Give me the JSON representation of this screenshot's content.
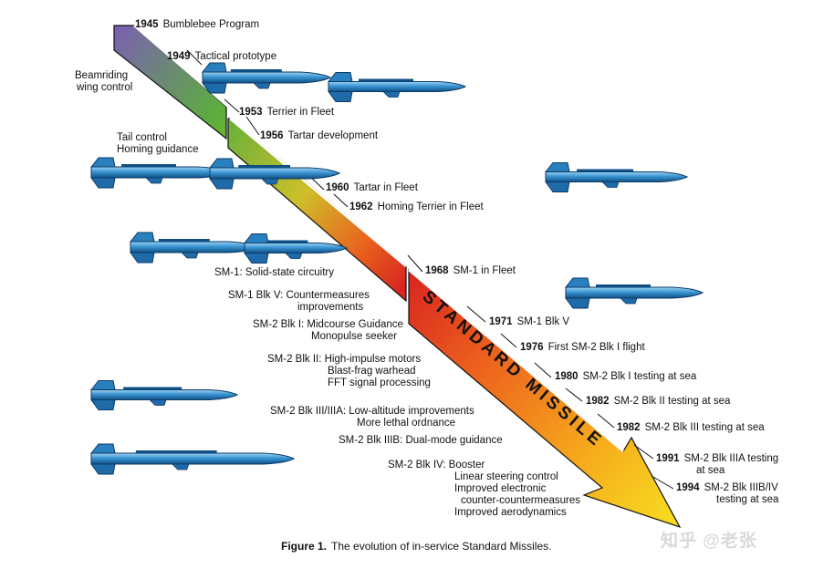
{
  "milestones": [
    {
      "year": "1945",
      "text": "Bumblebee Program"
    },
    {
      "year": "1949",
      "text": "Tactical prototype"
    },
    {
      "year": "1953",
      "text": "Terrier in Fleet"
    },
    {
      "year": "1956",
      "text": "Tartar development"
    },
    {
      "year": "1960",
      "text": "Tartar in Fleet"
    },
    {
      "year": "1962",
      "text": "Homing Terrier in Fleet"
    },
    {
      "year": "1968",
      "text": "SM-1 in Fleet"
    },
    {
      "year": "1971",
      "text": "SM-1 Blk V"
    },
    {
      "year": "1976",
      "text": "First SM-2 Blk I flight"
    },
    {
      "year": "1980",
      "text": "SM-2 Blk I testing at sea"
    },
    {
      "year": "1982",
      "text": "SM-2 Blk II testing at sea"
    },
    {
      "year": "1982",
      "text": "SM-2 Blk III testing at sea"
    },
    {
      "year": "1991",
      "text": "SM-2 Blk IIIA testing",
      "text2": "at sea"
    },
    {
      "year": "1994",
      "text": "SM-2 Blk IIIB/IV",
      "text2": "testing at sea"
    }
  ],
  "capabilities": [
    {
      "lines": [
        "Beamriding",
        "wing control"
      ]
    },
    {
      "lines": [
        "Tail control",
        "Homing guidance"
      ]
    },
    {
      "lines": [
        "SM-1: Solid-state circuitry"
      ]
    },
    {
      "lines": [
        "SM-1 Blk V: Countermeasures",
        "improvements"
      ]
    },
    {
      "lines": [
        "SM-2 Blk I: Midcourse Guidance",
        "Monopulse seeker"
      ]
    },
    {
      "lines": [
        "SM-2 Blk II: High-impulse motors",
        "Blast-frag warhead",
        "FFT signal processing"
      ]
    },
    {
      "lines": [
        "SM-2 Blk III/IIIA: Low-altitude improvements",
        "More lethal ordnance"
      ]
    },
    {
      "lines": [
        "SM-2 Blk IIIB: Dual-mode guidance"
      ]
    },
    {
      "lines": [
        "SM-2 Blk IV: Booster",
        "Linear steering control",
        "Improved electronic",
        "counter-countermeasures",
        "Improved aerodynamics"
      ]
    }
  ],
  "arrow_label": "STANDARD MISSILE",
  "figure": {
    "label": "Figure 1.",
    "caption": "The evolution of in-service Standard Missiles."
  },
  "watermark": "知乎 @老张",
  "colors": {
    "band_start": "#7b5fb3",
    "band_green": "#5cae3c",
    "band_yellow": "#f2d21c",
    "band_orange": "#e9641e",
    "band_red": "#d92620",
    "missile_body": "#2f8fcf",
    "missile_dark": "#0c3a66"
  }
}
